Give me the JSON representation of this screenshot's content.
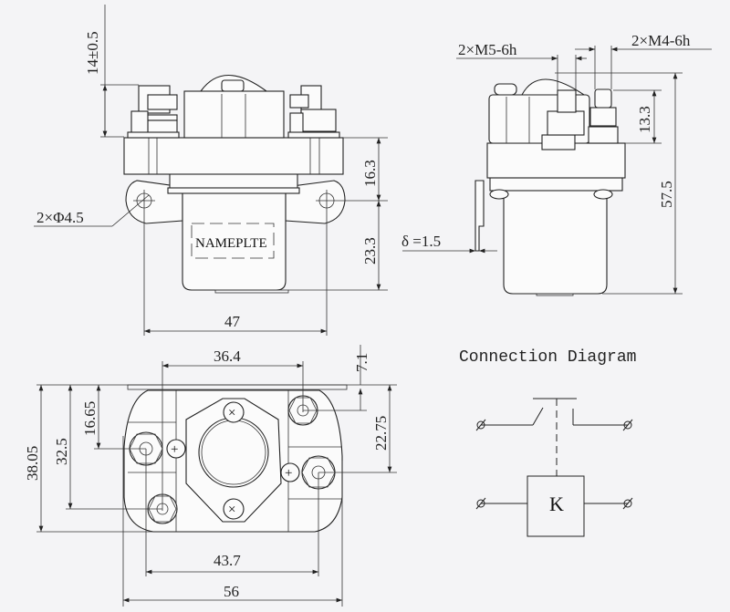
{
  "front_view": {
    "terminal_height": "14±0.5",
    "plate_height": "16.3",
    "coil_height": "23.3",
    "mount_hole_spacing": "47",
    "mount_holes": "2×Φ4.5",
    "nameplate": "NAMEPLTE"
  },
  "side_view": {
    "main_terminal_thread": "2×M5-6h",
    "aux_terminal_thread": "2×M4-6h",
    "terminal_height": "13.3",
    "total_height": "57.5",
    "bracket_thickness": "δ =1.5"
  },
  "bottom_view": {
    "main_terminal_spacing": "36.4",
    "top_offset": "7.1",
    "right_offset": "22.75",
    "overall_depth": "38.05",
    "left_lower_offset": "32.5",
    "left_upper_offset": "16.65",
    "aux_terminal_spacing": "43.7",
    "overall_width": "56"
  },
  "connection_diagram": {
    "title": "Connection Diagram",
    "coil_label": "K"
  }
}
